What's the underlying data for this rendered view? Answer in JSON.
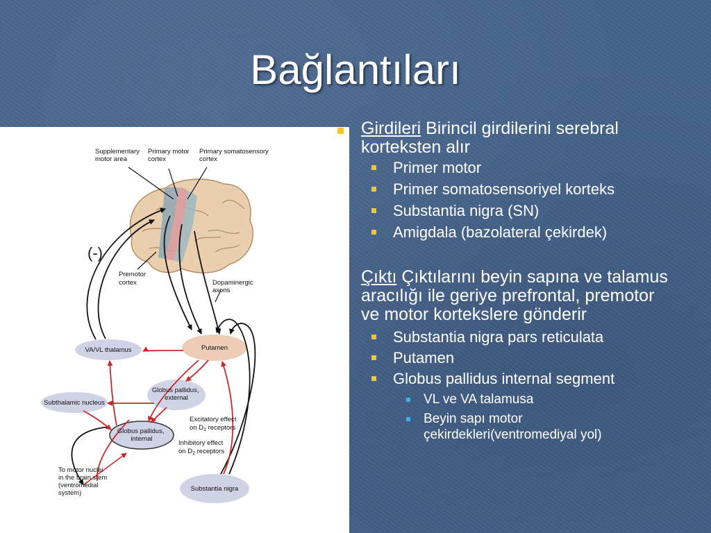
{
  "slide": {
    "title": "Bağlantıları"
  },
  "diagram": {
    "labels": {
      "supplementary": [
        "Supplementary",
        "motor area"
      ],
      "primary_motor": [
        "Primary motor",
        "cortex"
      ],
      "primary_somato": [
        "Primary somatosensory",
        "cortex"
      ],
      "premotor": [
        "Premotor",
        "cortex"
      ],
      "dopaminergic": [
        "Dopaminergic",
        "axons"
      ],
      "va_vl": "VA/VL thalamus",
      "putamen": "Putamen",
      "gp_external": [
        "Globus pallidus,",
        "external"
      ],
      "subthalamic": "Subthalamic nucleus",
      "gp_internal": [
        "Globus pallidus,",
        "internal"
      ],
      "excitatory": [
        "Excitatory effect",
        "on D",
        "1",
        " receptors"
      ],
      "inhibitory": [
        "Inhibitory effect",
        "on D",
        "2",
        " receptors"
      ],
      "motor_nuclei": [
        "To motor nuclei",
        "in the brain stem",
        "(ventromedial",
        "system)"
      ],
      "substantia_nigra": "Substantia nigra"
    },
    "minus_label": "(-)"
  },
  "content": {
    "inputs": {
      "heading": "Girdileri",
      "text_line1": " Birincil girdilerini serebral",
      "text_line2": "korteksten alır",
      "items": [
        "Primer motor",
        "Primer somatosensoriyel korteks",
        "Substantia nigra (SN)",
        "Amigdala (bazolateral çekirdek)"
      ]
    },
    "outputs": {
      "heading": "Çıktı",
      "text_line1": " Çıktılarını beyin sapına ve talamus",
      "text_line2": "aracılığı ile geriye prefrontal, premotor",
      "text_line3": "ve motor kortekslere gönderir",
      "items": [
        "Substantia nigra pars reticulata",
        "Putamen",
        "Globus pallidus internal segment"
      ],
      "subitems": [
        "VL ve VA talamusa",
        " Beyin sapı motor",
        "çekirdekleri(ventromediyal yol)"
      ]
    }
  },
  "colors": {
    "bullet_primary": "#f7c52b",
    "bullet_secondary": "#3fb1e8",
    "background": "#46648c",
    "arrow_red": "#c8282a"
  }
}
